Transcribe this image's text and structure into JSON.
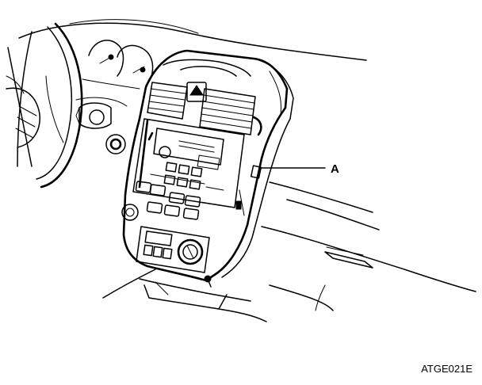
{
  "callouts": [
    {
      "id": "A",
      "label": "A"
    }
  ],
  "figure_code": "ATGE021E"
}
